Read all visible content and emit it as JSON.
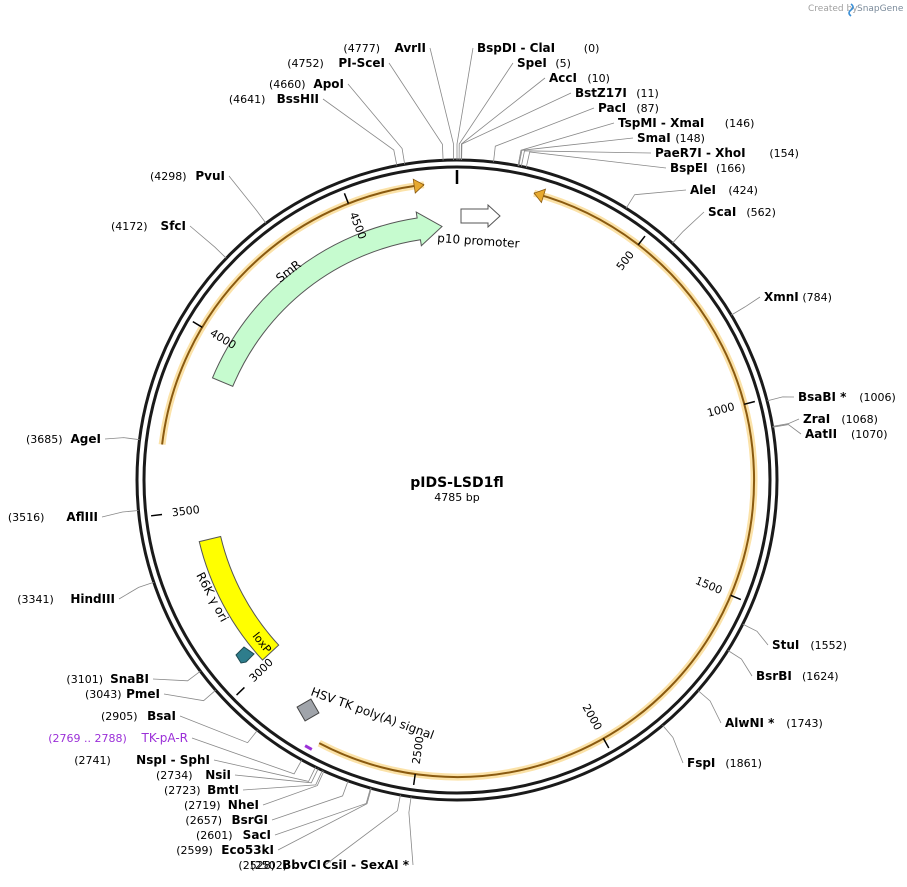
{
  "credit": {
    "created_by": "Created by",
    "brand": "SnapGene",
    "brand_color": "#3a8fd6"
  },
  "plasmid": {
    "name": "pIDS-LSD1fl",
    "size_label": "4785 bp",
    "length": 4785
  },
  "ticks": [
    {
      "pos": 500,
      "label": "500"
    },
    {
      "pos": 1000,
      "label": "1000"
    },
    {
      "pos": 1500,
      "label": "1500"
    },
    {
      "pos": 2000,
      "label": "2000"
    },
    {
      "pos": 2500,
      "label": "2500"
    },
    {
      "pos": 3000,
      "label": "3000"
    },
    {
      "pos": 3500,
      "label": "3500"
    },
    {
      "pos": 4000,
      "label": "4000"
    },
    {
      "pos": 4500,
      "label": "4500"
    }
  ],
  "features": [
    {
      "name": "p10 promoter",
      "start": 4785,
      "end": 150,
      "color": "#ffffff",
      "kind": "arrow"
    },
    {
      "name": "SmR",
      "start": 3890,
      "end": 4740,
      "color": "#c6fbcf",
      "kind": "arrow"
    },
    {
      "name": "R6K γ ori",
      "start": 3020,
      "end": 3410,
      "color": "#ffff00",
      "kind": "box"
    },
    {
      "name": "loxP",
      "start": 3000,
      "end": 3034,
      "color": "#2e7d8c",
      "kind": "arrow"
    },
    {
      "name": "HSV TK poly(A) signal",
      "start": 2890,
      "end": 2930,
      "color": "#a0a4aa",
      "kind": "box"
    },
    {
      "name": "TK-pA-R",
      "start": 2769,
      "end": 2788,
      "color": "#9b30d8",
      "kind": "primer"
    }
  ],
  "orf_arcs": [
    {
      "start": 200,
      "end": 2760,
      "direction": "reverse",
      "color": "#e7a92e"
    },
    {
      "start": 3680,
      "end": 4700,
      "direction": "forward",
      "color": "#e7a92e"
    }
  ],
  "sites": [
    {
      "name": "BspDI",
      "name2": "ClaI",
      "pos_label": "(0)",
      "pos": 0
    },
    {
      "name": "SpeI",
      "pos_label": "(5)",
      "pos": 5
    },
    {
      "name": "AccI",
      "pos_label": "(10)",
      "pos": 10
    },
    {
      "name": "BstZ17I",
      "pos_label": "(11)",
      "pos": 11
    },
    {
      "name": "PacI",
      "pos_label": "(87)",
      "pos": 87
    },
    {
      "name": "TspMI",
      "name2": "XmaI",
      "pos_label": "(146)",
      "pos": 146
    },
    {
      "name": "SmaI",
      "pos_label": "(148)",
      "pos": 148
    },
    {
      "name": "PaeR7I",
      "name2": "XhoI",
      "pos_label": "(154)",
      "pos": 154
    },
    {
      "name": "BspEI",
      "pos_label": "(166)",
      "pos": 166
    },
    {
      "name": "AleI",
      "pos_label": "(424)",
      "pos": 424
    },
    {
      "name": "ScaI",
      "pos_label": "(562)",
      "pos": 562
    },
    {
      "name": "XmnI",
      "pos_label": "(784)",
      "pos": 784
    },
    {
      "name": "BsaBI *",
      "pos_label": "(1006)",
      "pos": 1006
    },
    {
      "name": "ZraI",
      "pos_label": "(1068)",
      "pos": 1068
    },
    {
      "name": "AatII",
      "pos_label": "(1070)",
      "pos": 1070
    },
    {
      "name": "StuI",
      "pos_label": "(1552)",
      "pos": 1552
    },
    {
      "name": "BsrBI",
      "pos_label": "(1624)",
      "pos": 1624
    },
    {
      "name": "AlwNI *",
      "pos_label": "(1743)",
      "pos": 1743
    },
    {
      "name": "FspI",
      "pos_label": "(1861)",
      "pos": 1861
    },
    {
      "name": "CsiI",
      "name2": "SexAI *",
      "pos_label": "(2502)",
      "pos": 2502
    },
    {
      "name": "BbvCI",
      "pos_label": "(2528)",
      "pos": 2528
    },
    {
      "name": "Eco53kI",
      "pos_label": "(2599)",
      "pos": 2599
    },
    {
      "name": "SacI",
      "pos_label": "(2601)",
      "pos": 2601
    },
    {
      "name": "BsrGI",
      "pos_label": "(2657)",
      "pos": 2657
    },
    {
      "name": "NheI",
      "pos_label": "(2719)",
      "pos": 2719
    },
    {
      "name": "BmtI",
      "pos_label": "(2723)",
      "pos": 2723
    },
    {
      "name": "NsiI",
      "pos_label": "(2734)",
      "pos": 2734
    },
    {
      "name": "NspI",
      "name2": "SphI",
      "pos_label": "(2741)",
      "pos": 2741
    },
    {
      "name": "TK-pA-R",
      "pos_label": "(2769 .. 2788)",
      "pos": 2778,
      "color": "#9b30d8"
    },
    {
      "name": "BsaI",
      "pos_label": "(2905)",
      "pos": 2905
    },
    {
      "name": "PmeI",
      "pos_label": "(3043)",
      "pos": 3043
    },
    {
      "name": "SnaBI",
      "pos_label": "(3101)",
      "pos": 3101
    },
    {
      "name": "HindIII",
      "pos_label": "(3341)",
      "pos": 3341
    },
    {
      "name": "AflIII",
      "pos_label": "(3516)",
      "pos": 3516
    },
    {
      "name": "AgeI",
      "pos_label": "(3685)",
      "pos": 3685
    },
    {
      "name": "SfcI",
      "pos_label": "(4172)",
      "pos": 4172
    },
    {
      "name": "PvuI",
      "pos_label": "(4298)",
      "pos": 4298
    },
    {
      "name": "BssHII",
      "pos_label": "(4641)",
      "pos": 4641
    },
    {
      "name": "ApoI",
      "pos_label": "(4660)",
      "pos": 4660
    },
    {
      "name": "PI-SceI",
      "pos_label": "(4752)",
      "pos": 4752
    },
    {
      "name": "AvrII",
      "pos_label": "(4777)",
      "pos": 4777
    }
  ]
}
